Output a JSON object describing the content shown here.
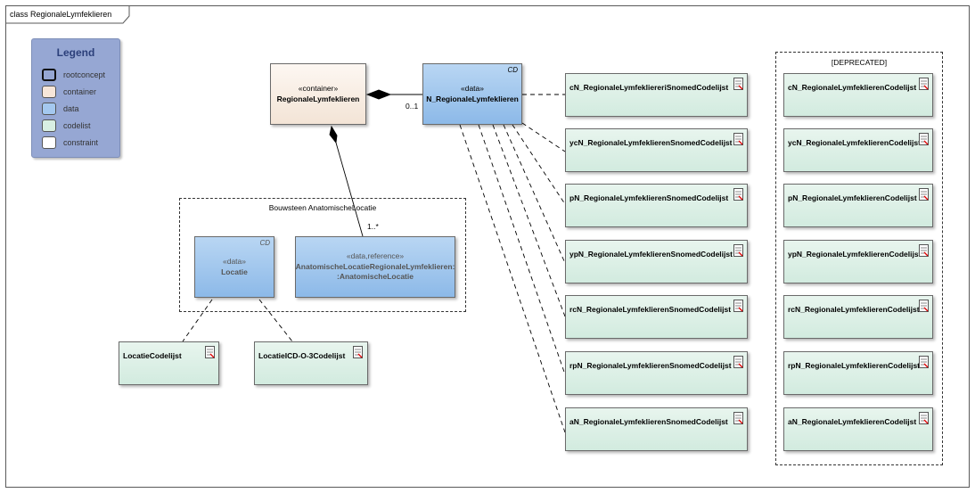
{
  "diagram": {
    "title": "class RegionaleLymfeklieren"
  },
  "legend": {
    "title": "Legend",
    "items": [
      {
        "label": "rootconcept",
        "color": "#ffffff"
      },
      {
        "label": "container",
        "color": "#F7E6D9"
      },
      {
        "label": "data",
        "color": "#A4C8EF"
      },
      {
        "label": "codelist",
        "color": "#D8EFE3"
      },
      {
        "label": "constraint",
        "color": "#ffffff"
      }
    ]
  },
  "classes": {
    "container": {
      "stereotype": "«container»",
      "name": "RegionaleLymfeklieren",
      "color": "#FBF1E8"
    },
    "data_main": {
      "tag": "CD",
      "stereotype": "«data»",
      "name": "N_RegionaleLymfeklieren",
      "color": "#9FC6EE"
    },
    "locatie": {
      "tag": "CD",
      "stereotype": "«data»",
      "name": "Locatie"
    },
    "anat_ref": {
      "stereotype": "«data,reference»",
      "name_line1": "AnatomischeLocatieRegionaleLymfeklieren:",
      "name_line2": ":AnatomischeLocatie"
    }
  },
  "package": {
    "title": "Bouwsteen AnatomischeLocatie"
  },
  "multiplicity": {
    "container_to_data": "0..1",
    "container_to_anat": "1..*"
  },
  "codelists_snomed": [
    "cN_RegionaleLymfekliereriSnomedCodelijst",
    "ycN_RegionaleLymfeklierenSnomedCodelijst",
    "pN_RegionaleLymfeklierenSnomedCodelijst",
    "ypN_RegionaleLymfeklierenSnomedCodelijst",
    "rcN_RegionaleLymfeklierenSnomedCodelijst",
    "rpN_RegionaleLymfeklierenSnomedCodelijst",
    "aN_RegionaleLymfeklierenSnomedCodelijst"
  ],
  "deprecated": {
    "title": "[DEPRECATED]",
    "codelists": [
      "cN_RegionaleLymfeklierenCodelijst",
      "ycN_RegionaleLymfeklierenCodelijst",
      "pN_RegionaleLymfeklierenCodelijst",
      "ypN_RegionaleLymfeklierenCodelijst",
      "rcN_RegionaleLymfeklierenCodelijst",
      "rpN_RegionaleLymfeklierenCodelijst",
      "aN_RegionaleLymfeklierenCodelijst"
    ]
  },
  "locatie_codelists": [
    "LocatieCodelijst",
    "LocatieICD-O-3Codelijst"
  ]
}
